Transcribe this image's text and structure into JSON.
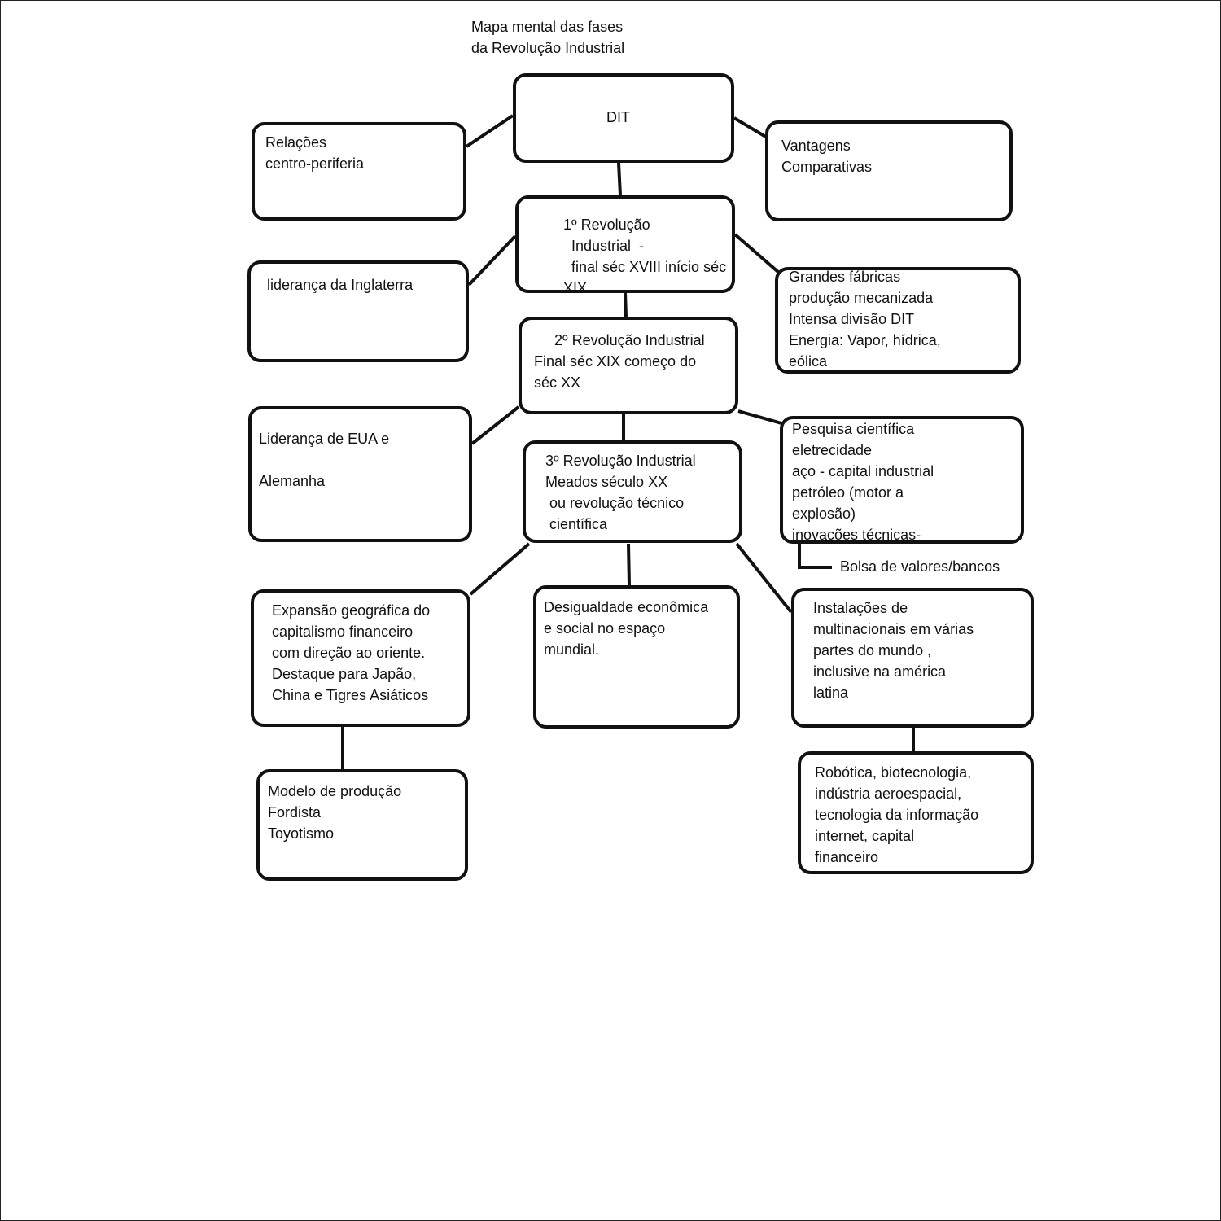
{
  "title": "Mapa mental das fases\nda Revolução Industrial",
  "nodes": {
    "dit": "DIT",
    "relacoes": "Relações\ncentro-periferia",
    "vantagens": "Vantagens\nComparativas",
    "rev1": "1º Revolução\n  Industrial  -\n  final séc XVIII início séc\nXIX",
    "lideranca_inglaterra": "liderança da Inglaterra",
    "grandes_fabricas": "Grandes fábricas\nprodução mecanizada\nIntensa divisão DIT\nEnergia: Vapor, hídrica,\neólica",
    "rev2": "     2º Revolução Industrial\nFinal séc XIX começo do\nséc XX",
    "lideranca_eua": "Liderança de EUA e\n\nAlemanha",
    "pesquisa": "Pesquisa científica\neletrecidade\naço - capital industrial\npetróleo (motor a\nexplosão)\ninovações técnicas-",
    "bolsa": "Bolsa de valores/bancos",
    "rev3": "3º Revolução Industrial\nMeados século XX\n ou revolução técnico\n científica",
    "expansao": "Expansão geográfica do\ncapitalismo financeiro\ncom direção ao oriente.\nDestaque para Japão,\nChina e Tigres Asiáticos",
    "desigualdade": "Desigualdade econômica\ne social no espaço\nmundial.",
    "instalacoes": "Instalações de\nmultinacionais em várias\npartes do mundo ,\ninclusive na américa\nlatina",
    "modelo": "Modelo de produção\nFordista\nToyotismo",
    "robotica": "Robótica, biotecnologia,\nindústria aeroespacial,\ntecnologia da informação\ninternet, capital\nfinanceiro"
  }
}
